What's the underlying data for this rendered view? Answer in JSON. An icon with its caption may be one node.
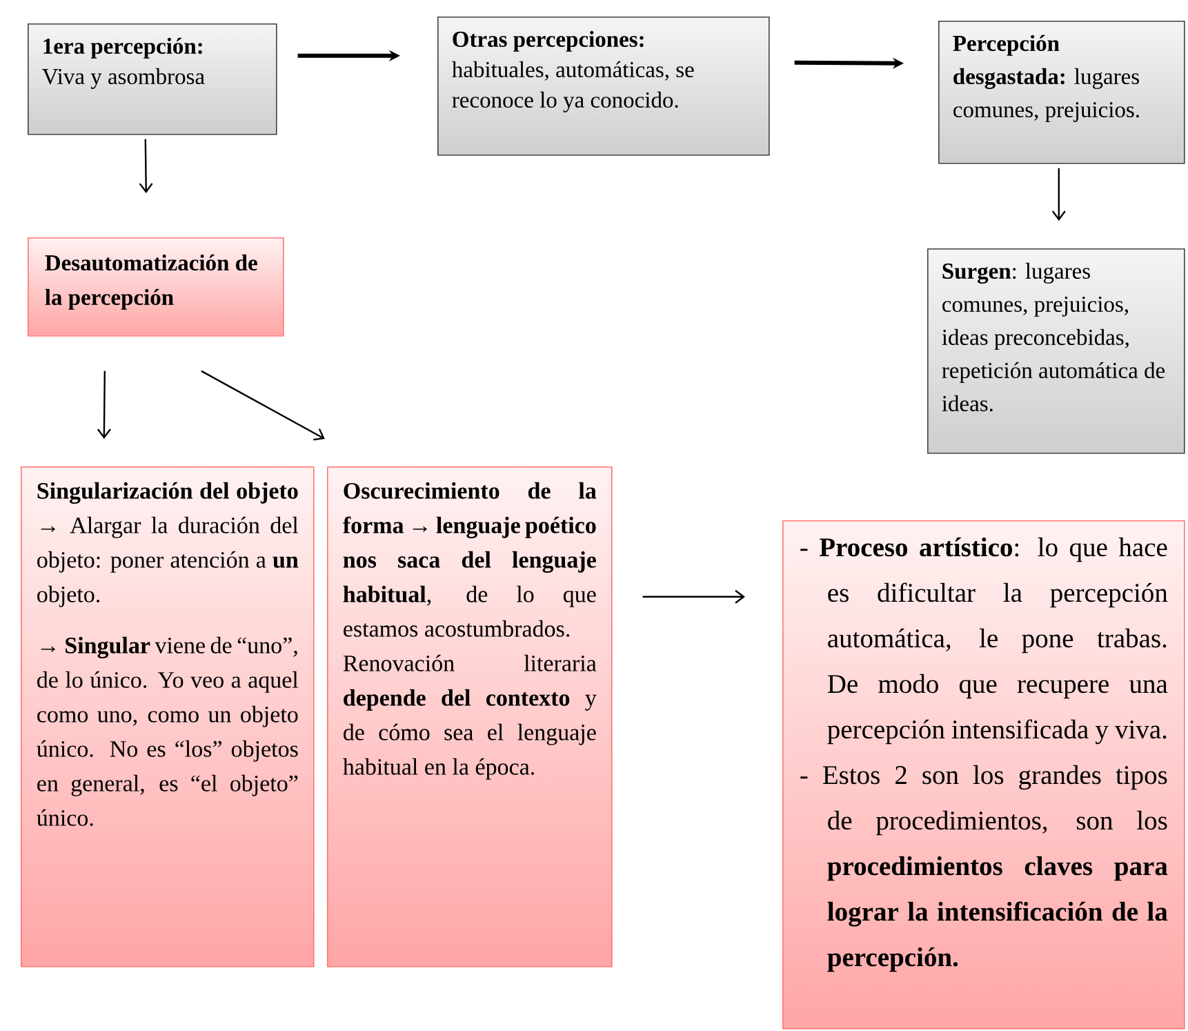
{
  "diagram": {
    "nodes": [
      {
        "text": [
          "1era percepción:",
          "Viva y asombrosa"
        ]
      },
      {
        "text": [
          "Otras percepciones:",
          "habituales, automáticas, se reconoce lo ya conocido."
        ]
      },
      {
        "text": [
          "**Percepción desgastada:** lugares comunes, prejuicios."
        ]
      },
      {
        "text": [
          "**Surgen**: lugares comunes, prejuicios, ideas preconcebidas, repetición automática de ideas."
        ]
      },
      {
        "text": [
          "Desautomatización de la percepción"
        ]
      },
      {
        "text": [
          "**Singularización del objeto →** Alargar la duración del objeto: poner atención a **un** objeto.",
          "→ **Singular** viene de “uno”, de lo único. Yo veo a aquel como uno, como un objeto único. No es “los” objetos en general, es “el objeto” único."
        ]
      },
      {
        "text": [
          "**Oscurecimiento de la forma → lenguaje poético nos saca del lenguaje habitual**, de lo que estamos acostumbrados.",
          "Renovación literaria **depende del contexto** y de cómo sea el lenguaje habitual en la época."
        ]
      },
      {
        "text": [
          "- **Proceso artístico**: lo que hace es dificultar la percepción automática, le pone trabas. De modo que recupere una percepción intensificada y viva.",
          "- Estos 2 son los grandes tipos de procedimientos, son los **procedimientos claves para lograr la intensificación de la percepción.**"
        ]
      }
    ],
    "edges": [
      {
        "from": 0,
        "to": 1,
        "arrow": "to",
        "style": "thick"
      },
      {
        "from": 1,
        "to": 2,
        "arrow": "to",
        "style": "thick"
      },
      {
        "from": 0,
        "to": 4,
        "arrow": "to"
      },
      {
        "from": 2,
        "to": 3,
        "arrow": "to"
      },
      {
        "from": 4,
        "to": 5,
        "arrow": "to"
      },
      {
        "from": 4,
        "to": 6,
        "arrow": "to"
      },
      {
        "from": 6,
        "to": 7,
        "arrow": "to"
      }
    ]
  }
}
